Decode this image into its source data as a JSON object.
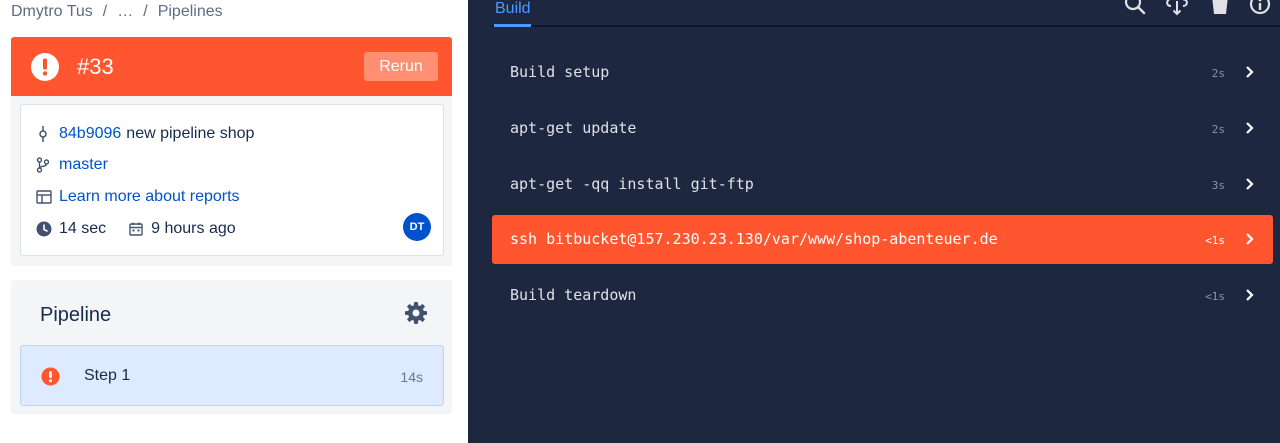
{
  "breadcrumb": {
    "workspace": "Dmytro Tus",
    "ellipsis": "…",
    "current": "Pipelines"
  },
  "build": {
    "number": "#33",
    "rerun_label": "Rerun",
    "status_color": "#ff5630"
  },
  "info": {
    "commit_hash": "84b9096",
    "commit_message": "new pipeline shop",
    "branch": "master",
    "reports_link": "Learn more about reports",
    "duration": "14 sec",
    "time_ago": "9 hours ago",
    "avatar_initials": "DT"
  },
  "pipeline": {
    "title": "Pipeline",
    "steps": [
      {
        "name": "Step 1",
        "time": "14s"
      }
    ]
  },
  "log": {
    "tab_label": "Build",
    "toolbar_icons": [
      "search-icon",
      "download-icon",
      "delete-icon",
      "info-icon"
    ],
    "rows": [
      {
        "label": "Build setup",
        "time": "2s"
      },
      {
        "label": "apt-get update",
        "time": "2s"
      },
      {
        "label": "apt-get -qq install git-ftp",
        "time": "3s"
      },
      {
        "label": "ssh bitbucket@157.230.23.130/var/www/shop-abenteuer.de",
        "time": "<1s"
      },
      {
        "label": "Build teardown",
        "time": "<1s"
      }
    ]
  }
}
